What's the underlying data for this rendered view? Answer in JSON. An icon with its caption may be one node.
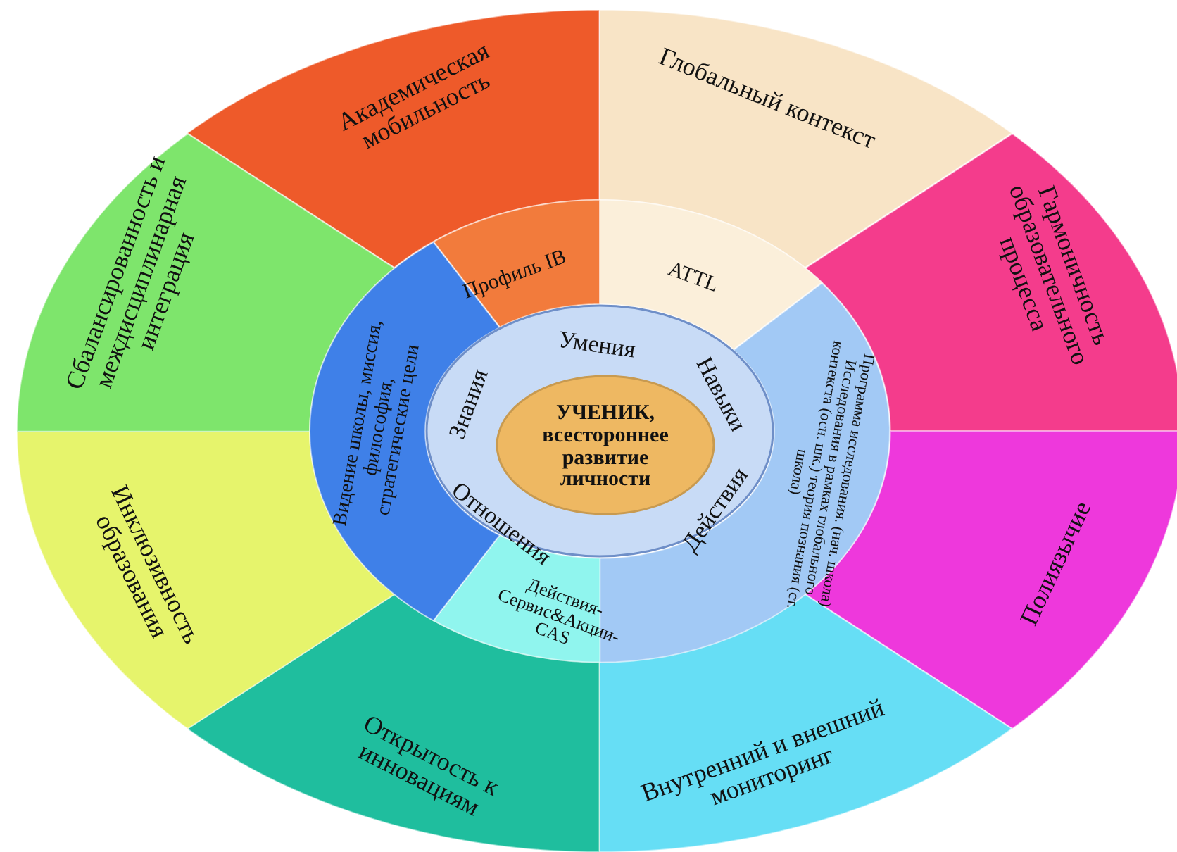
{
  "diagram": {
    "nodes": [
      {
        "text": [
          "Академическая мобильность"
        ]
      },
      {
        "text": [
          "Глобальный контекст"
        ]
      },
      {
        "text": [
          "Гармоничность образовательного процесса"
        ]
      },
      {
        "text": [
          "Полиязычие"
        ]
      },
      {
        "text": [
          "Внутренний и внешний мониторинг"
        ]
      },
      {
        "text": [
          "Открытость к инновациям"
        ]
      },
      {
        "text": [
          "Инклюзивность образования"
        ]
      },
      {
        "text": [
          "Сбалансированность и междисциплинарная интеграция"
        ]
      },
      {
        "text": [
          "Профиль IB"
        ]
      },
      {
        "text": [
          "ATTL"
        ]
      },
      {
        "text": [
          "Программа исследования. (нач. школа) Исследования в рамках глобального контекста (осн. шк.) теория познания (ст. школа)"
        ]
      },
      {
        "text": [
          "Действия-Сервис&Акции-CAS"
        ]
      },
      {
        "text": [
          "Видение школы, миссия, философия, стратегические цели"
        ]
      },
      {
        "text": [
          "Знания",
          "Умения",
          "Навыки",
          "Действия",
          "Отношения"
        ]
      },
      {
        "text": [
          "УЧЕНИК, всестороннее развитие личности"
        ],
        "in": 13
      }
    ]
  }
}
